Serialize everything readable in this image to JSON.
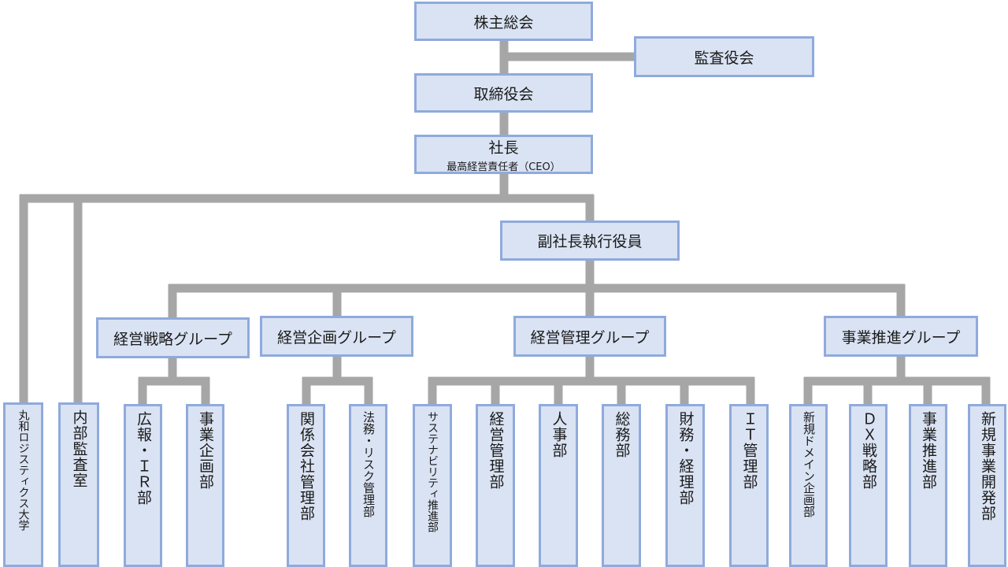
{
  "top": {
    "shareholders": "株主総会",
    "auditors": "監査役会",
    "board": "取締役会",
    "president": "社長",
    "president_sub": "最高経営責任者（CEO）",
    "evp": "副社長執行役員"
  },
  "groups": {
    "strategy": "経営戦略グループ",
    "planning": "経営企画グループ",
    "management": "経営管理グループ",
    "business": "事業推進グループ"
  },
  "departments": {
    "university": "丸和ロジスティクス大学",
    "internal_audit": "内部監査室",
    "pr_ir": "広報・ＩＲ部",
    "business_planning": "事業企画部",
    "affiliates": "関係会社管理部",
    "legal_risk": "法務・リスク管理部",
    "sustainability": "サステナビリティ推進部",
    "mgmt_admin": "経営管理部",
    "hr": "人事部",
    "general_affairs": "総務部",
    "finance": "財務・経理部",
    "it": "ＩＴ管理部",
    "new_domain": "新規ドメイン企画部",
    "dx": "ＤＸ戦略部",
    "business_promo": "事業推進部",
    "new_business": "新規事業開発部"
  },
  "colors": {
    "box_fill": "#dae3f3",
    "box_border": "#8faadc",
    "connector": "#a6a6a6"
  }
}
